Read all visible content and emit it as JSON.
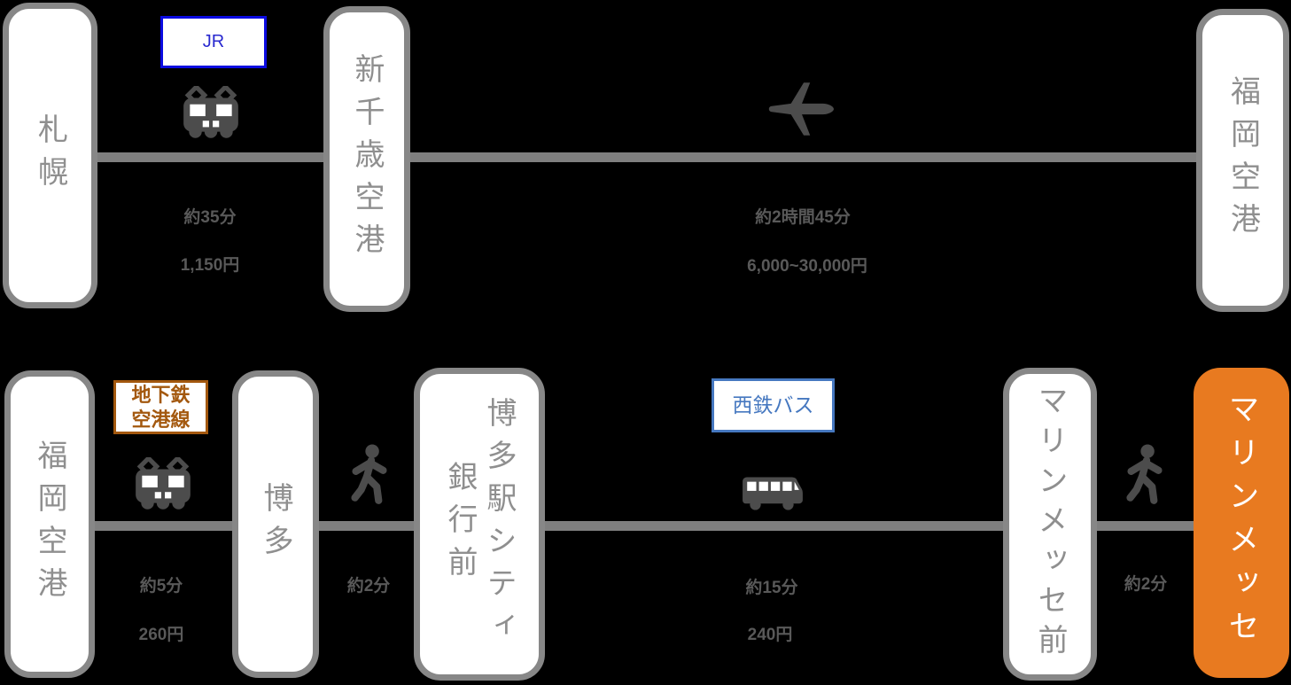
{
  "colors": {
    "background": "#000000",
    "box_background": "#FFFFFF",
    "box_border_gray": "#878787",
    "station_text_gray": "#8F8F8F",
    "connector_line_gray": "#7F7F7F",
    "segment_text_gray": "#595959",
    "icon_gray": "#4C4C4C",
    "jr_blue": "#0B0BE1",
    "subway_orange_brown": "#A3580E",
    "bus_blue": "#4678C0",
    "highlight_orange": "#E87A20",
    "highlight_text": "#FFFFFF"
  },
  "icons": {
    "train": "front view train/railway car glyph",
    "airplane": "airplane top view pointing right",
    "walk": "walking person glyph",
    "bus": "side view bus glyph"
  },
  "top_row": {
    "stations": [
      {
        "name": "札幌"
      },
      {
        "name": "新千歳空港"
      },
      {
        "name": "福岡空港"
      }
    ],
    "jr_label": "JR",
    "train_time": "約35分",
    "train_fare": "1,150円",
    "flight_time": "約2時間45分",
    "flight_fare": "6,000~30,000円"
  },
  "bottom_row": {
    "stations": [
      {
        "name": "福岡空港"
      },
      {
        "name": "博多"
      },
      {
        "name_col1": "博多駅シティ",
        "name_col2": "銀行前"
      },
      {
        "name": "マリンメッセ前"
      },
      {
        "name": "マリンメッセ"
      }
    ],
    "subway_label_line1": "地下鉄",
    "subway_label_line2": "空港線",
    "subway_time": "約5分",
    "subway_fare": "260円",
    "walk1_time": "約2分",
    "bus_label": "西鉄バス",
    "bus_time": "約15分",
    "bus_fare": "240円",
    "walk2_time": "約2分"
  }
}
